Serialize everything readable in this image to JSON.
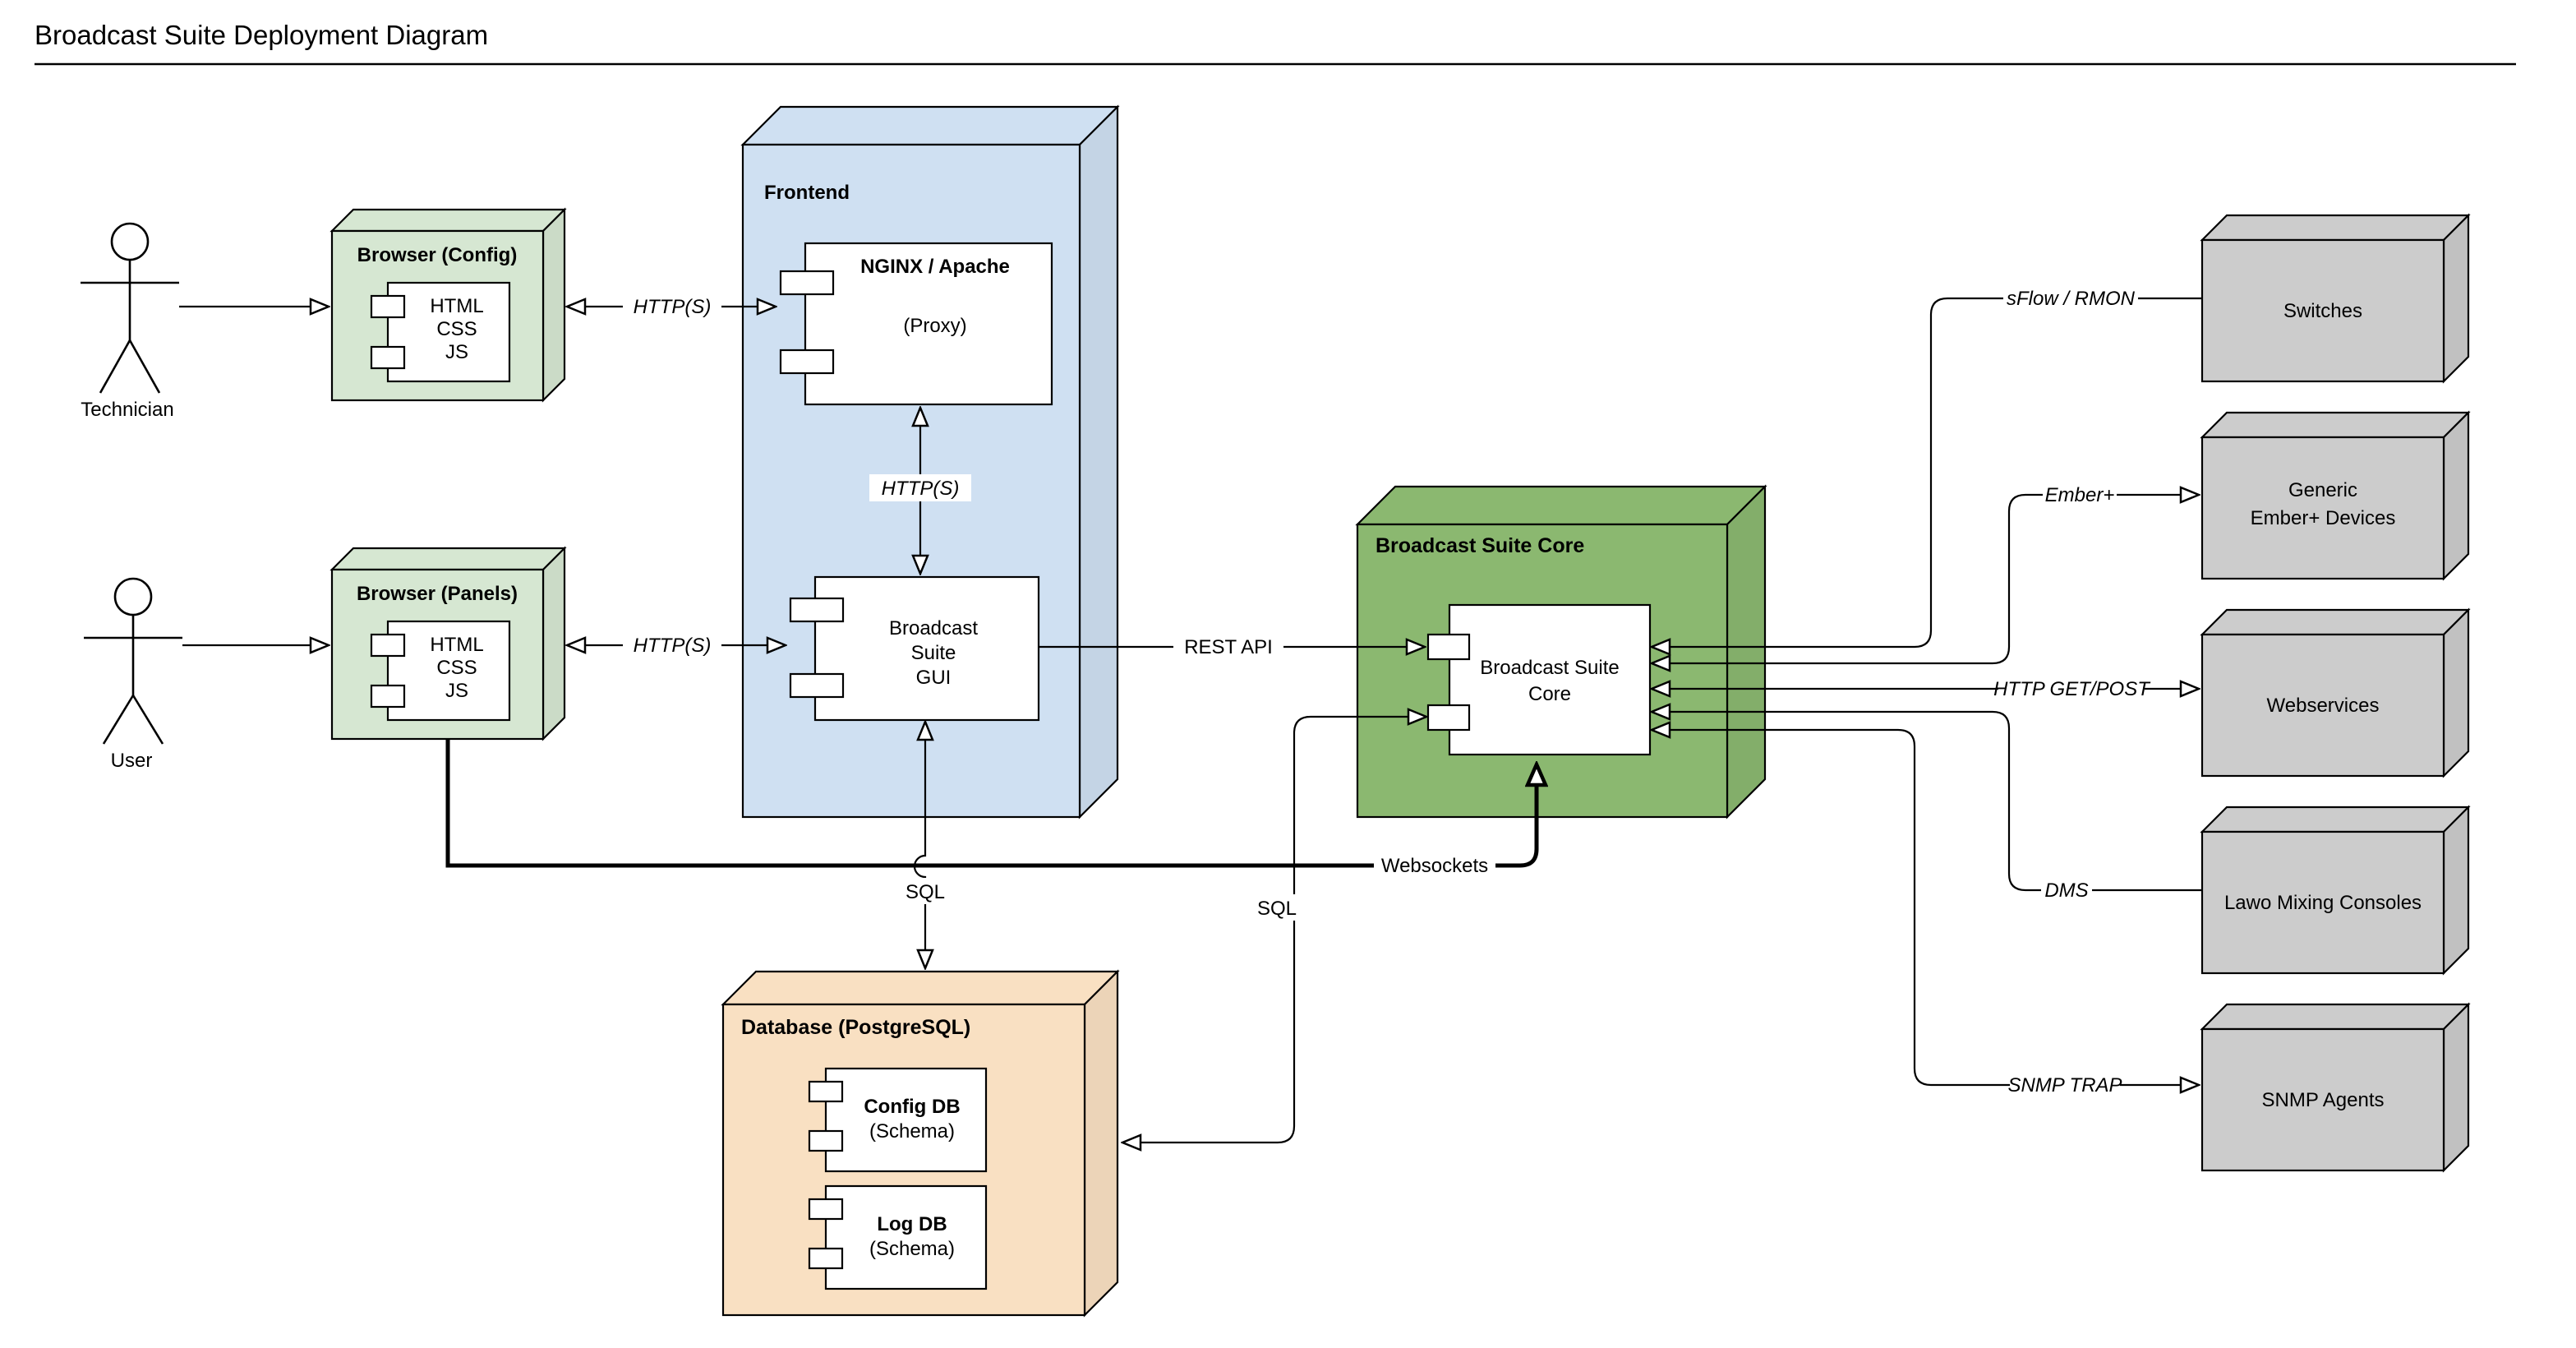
{
  "title": "Broadcast Suite Deployment Diagram",
  "actors": {
    "technician": "Technician",
    "user": "User"
  },
  "nodes": {
    "browser_config": {
      "label": "Browser (Config)",
      "component": {
        "line1": "HTML",
        "line2": "CSS",
        "line3": "JS"
      }
    },
    "browser_panels": {
      "label": "Browser (Panels)",
      "component": {
        "line1": "HTML",
        "line2": "CSS",
        "line3": "JS"
      }
    },
    "frontend": {
      "label": "Frontend",
      "proxy": {
        "title": "NGINX / Apache",
        "subtitle": "(Proxy)"
      },
      "gui": {
        "line1": "Broadcast",
        "line2": "Suite",
        "line3": "GUI"
      }
    },
    "core": {
      "label": "Broadcast Suite Core",
      "component": {
        "line1": "Broadcast Suite",
        "line2": "Core"
      }
    },
    "database": {
      "label": "Database (PostgreSQL)",
      "config_db": {
        "title": "Config DB",
        "subtitle": "(Schema)"
      },
      "log_db": {
        "title": "Log DB",
        "subtitle": "(Schema)"
      }
    },
    "devices": {
      "switches": "Switches",
      "ember_line1": "Generic",
      "ember_line2": "Ember+ Devices",
      "webservices": "Webservices",
      "lawo": "Lawo Mixing Consoles",
      "snmp": "SNMP Agents"
    }
  },
  "connections": {
    "https_config": "HTTP(S)",
    "https_panels": "HTTP(S)",
    "https_internal": "HTTP(S)",
    "rest_api": "REST API",
    "websockets": "Websockets",
    "sql_gui": "SQL",
    "sql_core": "SQL",
    "sflow": "sFlow / RMON",
    "ember": "Ember+",
    "http_get_post": "HTTP GET/POST",
    "dms": "DMS",
    "snmp_trap": "SNMP TRAP"
  },
  "colors": {
    "frontend_fill": "#cfe0f2",
    "browser_fill": "#d6e7d2",
    "core_fill": "#8bb870",
    "database_fill": "#f9e0c2",
    "device_fill": "#cccccc",
    "component_fill": "#ffffff",
    "line_color": "#000000"
  }
}
